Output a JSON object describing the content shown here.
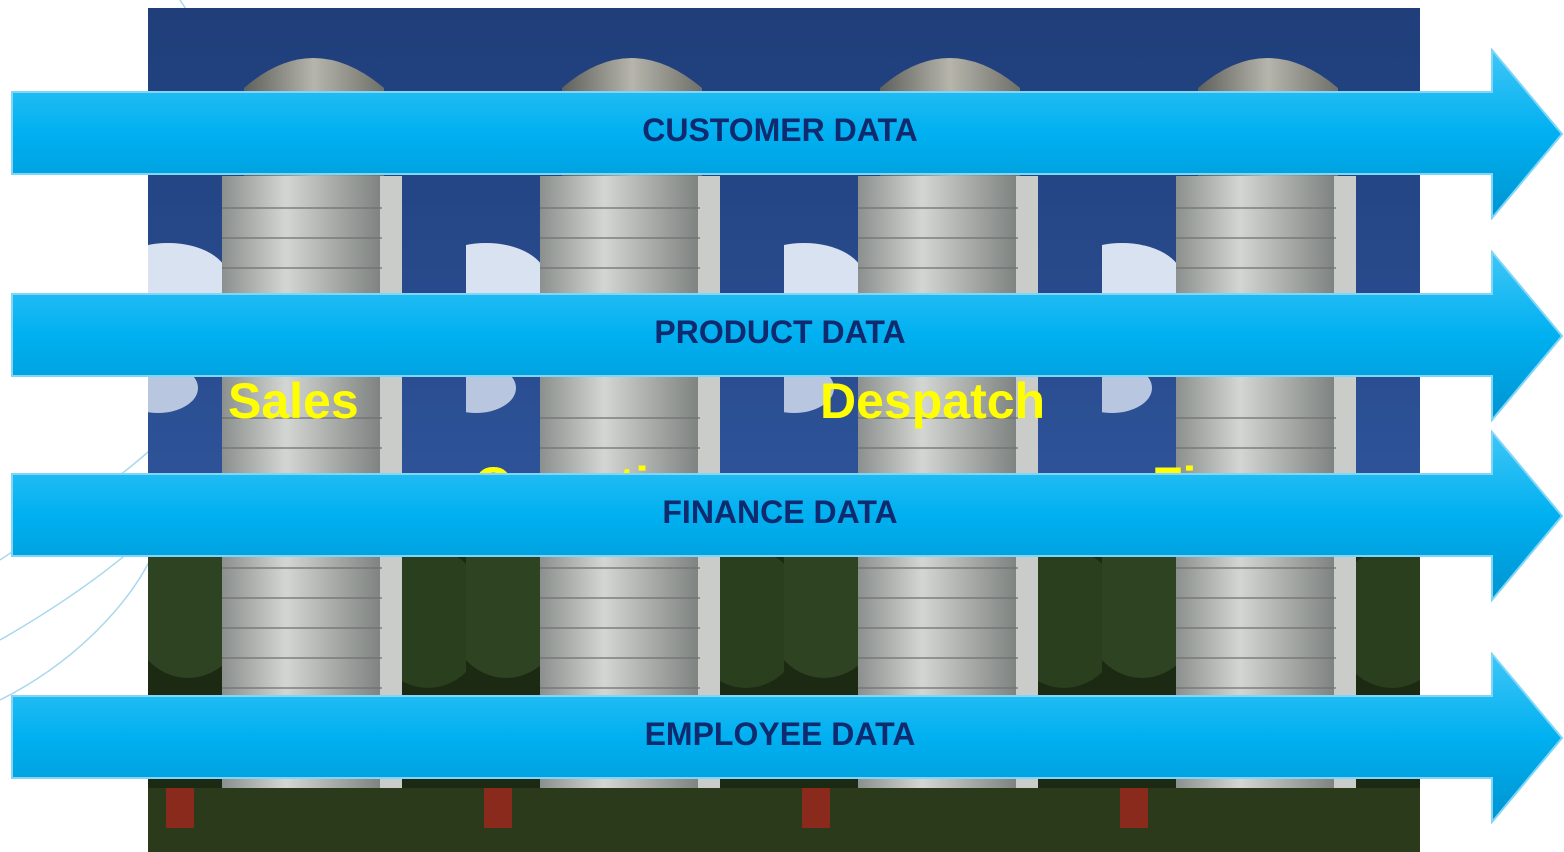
{
  "silos": [
    {
      "label": "Sales"
    },
    {
      "label": "Operations"
    },
    {
      "label": "Despatch"
    },
    {
      "label": "Finance"
    }
  ],
  "data_flows": [
    {
      "label": "CUSTOMER DATA"
    },
    {
      "label": "PRODUCT DATA"
    },
    {
      "label": "FINANCE DATA"
    },
    {
      "label": "EMPLOYEE DATA"
    }
  ],
  "colors": {
    "arrow_fill": "#00b0f0",
    "arrow_text": "#0f2a6e",
    "silo_label": "#ffff00"
  }
}
